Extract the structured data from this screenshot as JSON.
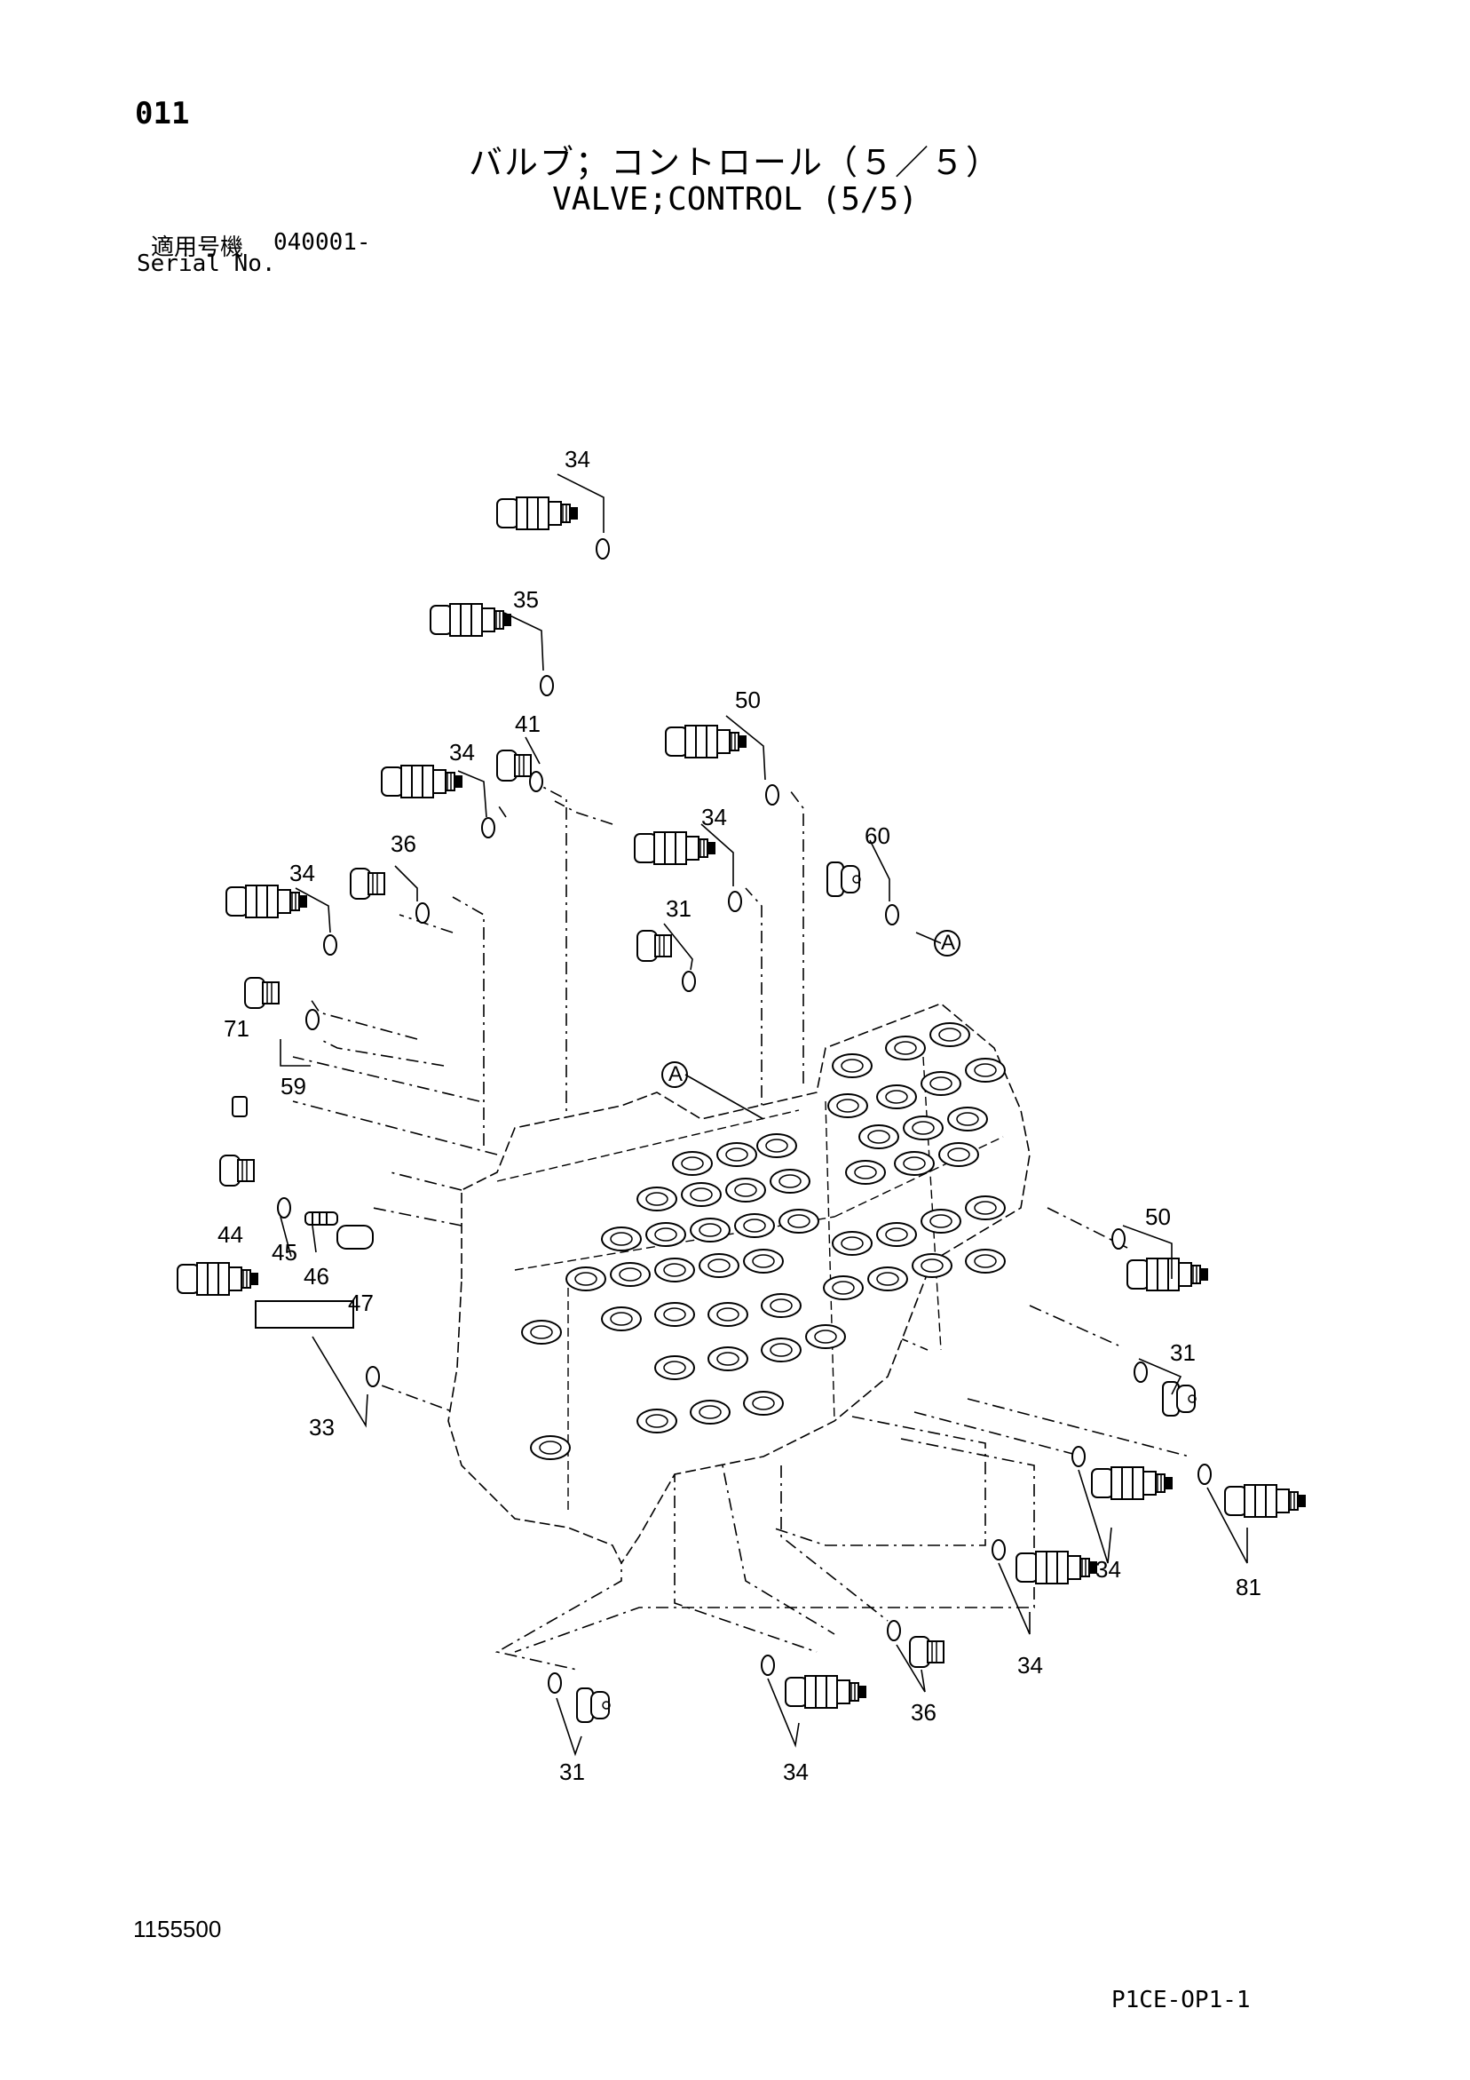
{
  "header": {
    "page_number": "011",
    "title_jp": "バルブ；コントロール（５／５）",
    "title_en": "VALVE;CONTROL (5/5)",
    "serial_label_jp": "適用号機",
    "serial_range": "040001-",
    "serial_label_en": "Serial No."
  },
  "diagram": {
    "callouts": [
      "34",
      "35",
      "41",
      "34",
      "36",
      "34",
      "50",
      "34",
      "60",
      "31",
      "A",
      "71",
      "59",
      "A",
      "44",
      "45",
      "46",
      "47",
      "33",
      "50",
      "31",
      "34",
      "81",
      "34",
      "36",
      "31",
      "34"
    ]
  },
  "footer": {
    "drawing_number": "1155500",
    "page_code": "P1CE-OP1-1"
  }
}
